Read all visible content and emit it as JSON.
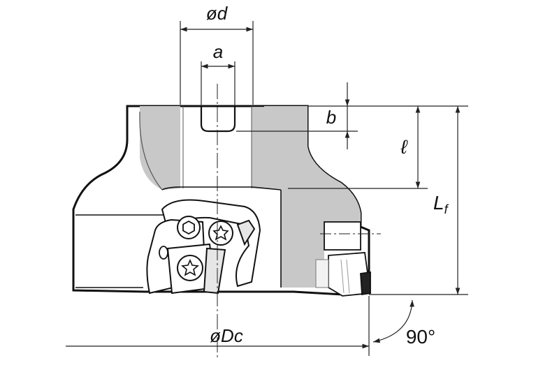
{
  "labels": {
    "bore_diameter": "ød",
    "keyway_width": "a",
    "keyway_depth": "b",
    "bore_length": "ℓ",
    "overall_length": "L",
    "overall_length_subscript": "f",
    "cutting_diameter": "øDc",
    "lead_angle": "90°"
  },
  "colors": {
    "body_fill": "#ffffff",
    "section_fill": "#c8c8c8",
    "outline": "#111111",
    "dim_line": "#222222"
  }
}
